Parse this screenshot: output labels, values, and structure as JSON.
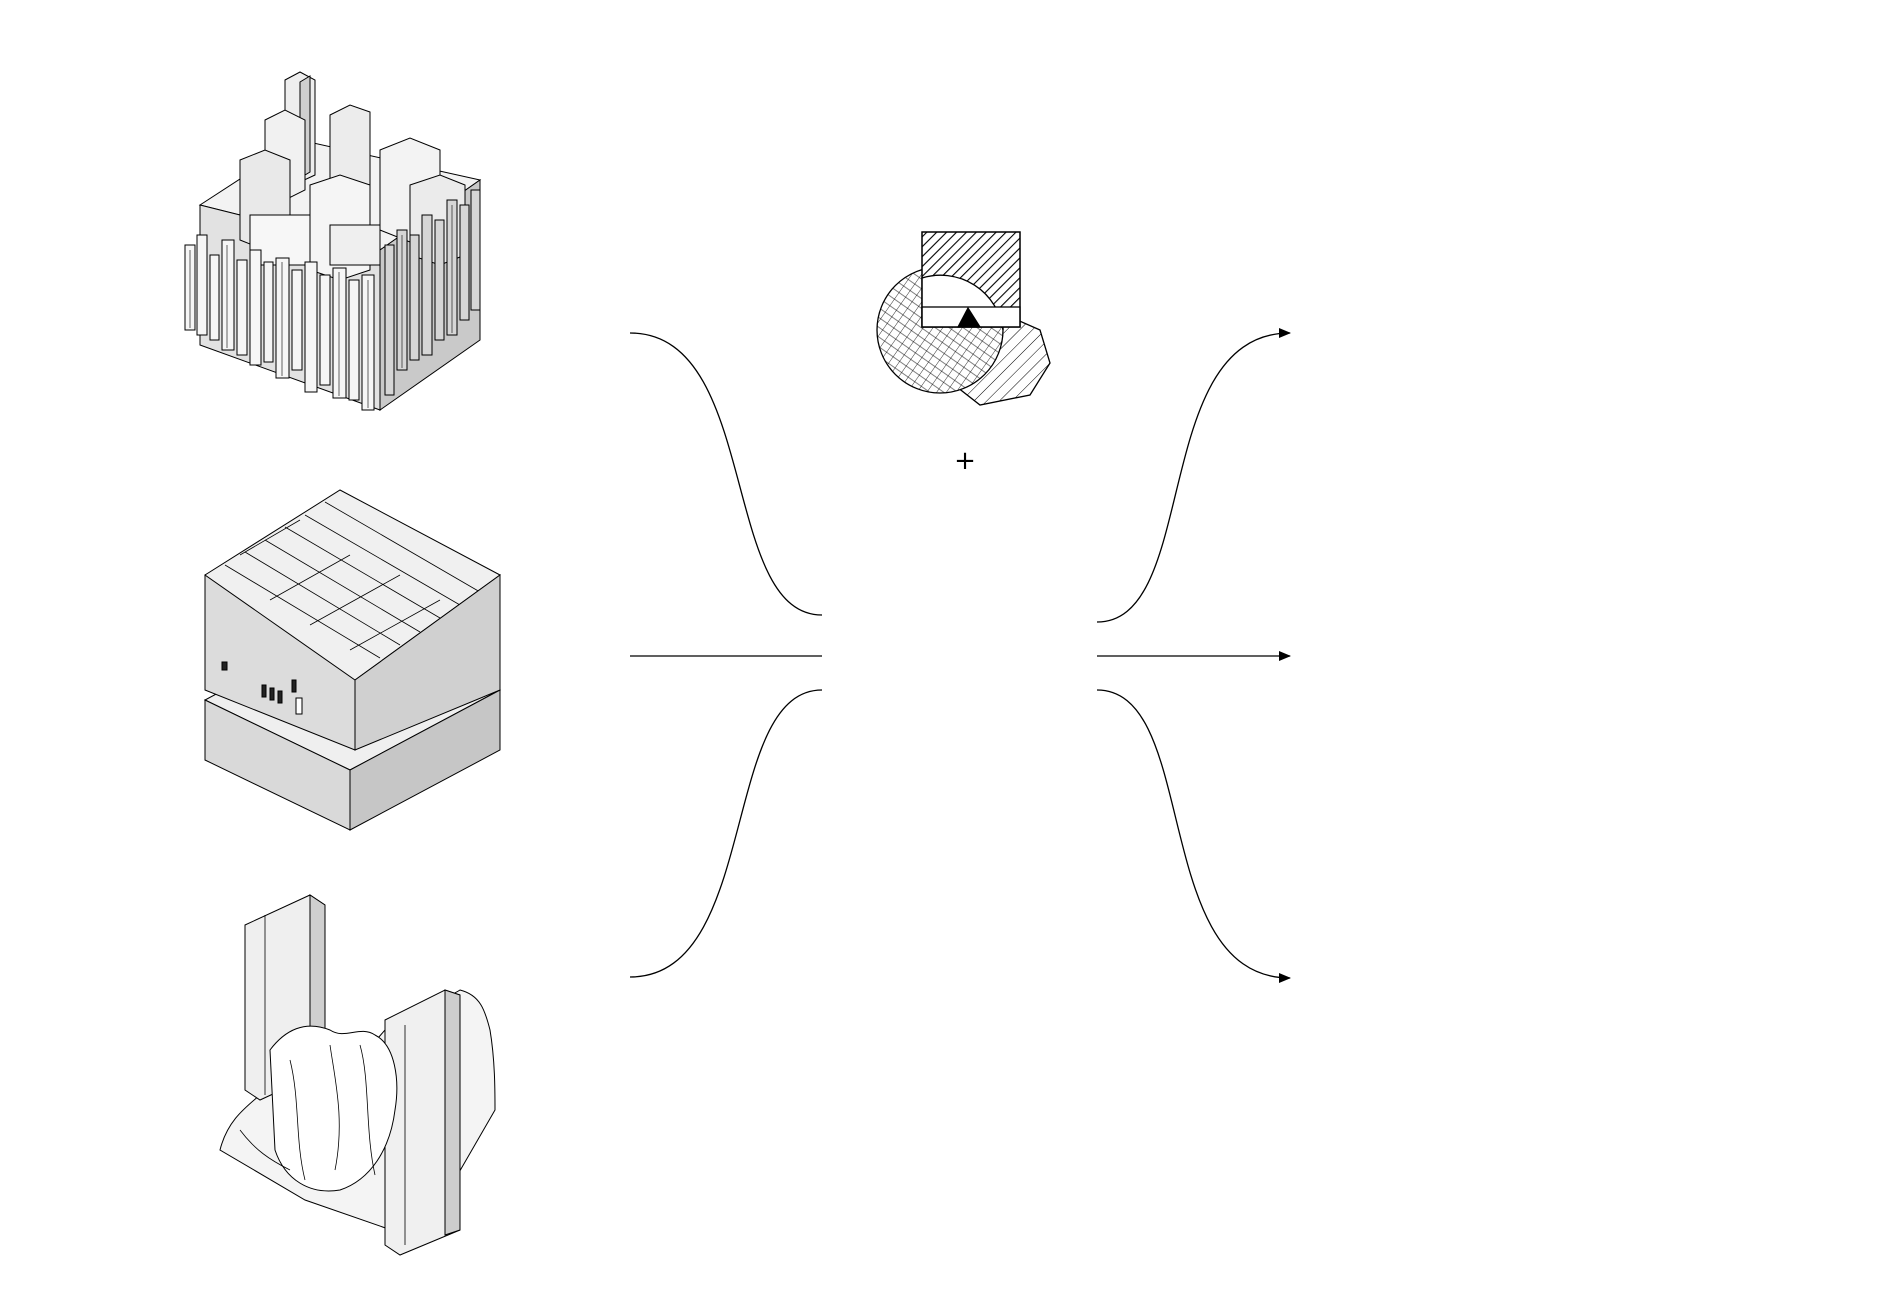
{
  "operator_symbol": "+",
  "colors": {
    "ink": "#000000",
    "face_light": "#f2f2f2",
    "face_mid": "#d8d8d8",
    "face_dark": "#b9b9b9",
    "fill_black": "#1a1a1a"
  },
  "inputs": [
    {
      "id": "input-columnar-block",
      "icon": "columnar-massing-icon"
    },
    {
      "id": "input-sloped-block",
      "icon": "sloped-massing-icon"
    },
    {
      "id": "input-eroded-u-block",
      "icon": "eroded-u-massing-icon"
    }
  ],
  "operations": [
    {
      "id": "op-union-overlap",
      "icon": "boolean-overlap-icon"
    },
    {
      "id": "op-intersection-wedge",
      "icon": "boolean-intersection-icon"
    },
    {
      "id": "op-difference-a",
      "icon": "boolean-difference-icon"
    },
    {
      "id": "op-difference-b",
      "icon": "boolean-subtraction-icon"
    }
  ],
  "outputs": [
    {
      "id": "output-hybrid-a",
      "icon": "hybrid-massing-a-icon"
    },
    {
      "id": "output-hybrid-b",
      "icon": "hybrid-massing-b-icon"
    },
    {
      "id": "output-hybrid-c",
      "icon": "hybrid-massing-c-icon"
    }
  ]
}
